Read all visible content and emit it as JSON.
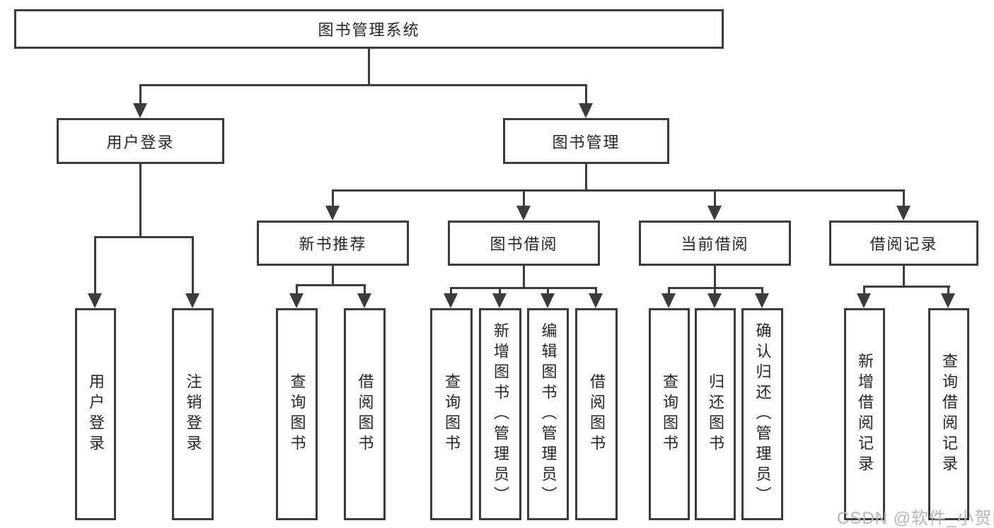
{
  "tree": {
    "root": "图书管理系统",
    "branches": [
      {
        "label": "用户登录",
        "children": [
          "用户登录",
          "注销登录"
        ]
      },
      {
        "label": "图书管理",
        "children": [
          {
            "label": "新书推荐",
            "children": [
              "查询图书",
              "借阅图书"
            ]
          },
          {
            "label": "图书借阅",
            "children": [
              "查询图书",
              "新增图书（管理员）",
              "编辑图书（管理员）",
              "借阅图书"
            ]
          },
          {
            "label": "当前借阅",
            "children": [
              "查询图书",
              "归还图书",
              "确认归还（管理员）"
            ]
          },
          {
            "label": "借阅记录",
            "children": [
              "新增借阅记录",
              "查询借阅记录"
            ]
          }
        ]
      }
    ]
  },
  "watermark": "CSDN @软件_小贺同学",
  "colors": {
    "line": "#3c3c3c",
    "text": "#262626",
    "watermark": "#b8b5b5",
    "background": "#ffffff"
  }
}
